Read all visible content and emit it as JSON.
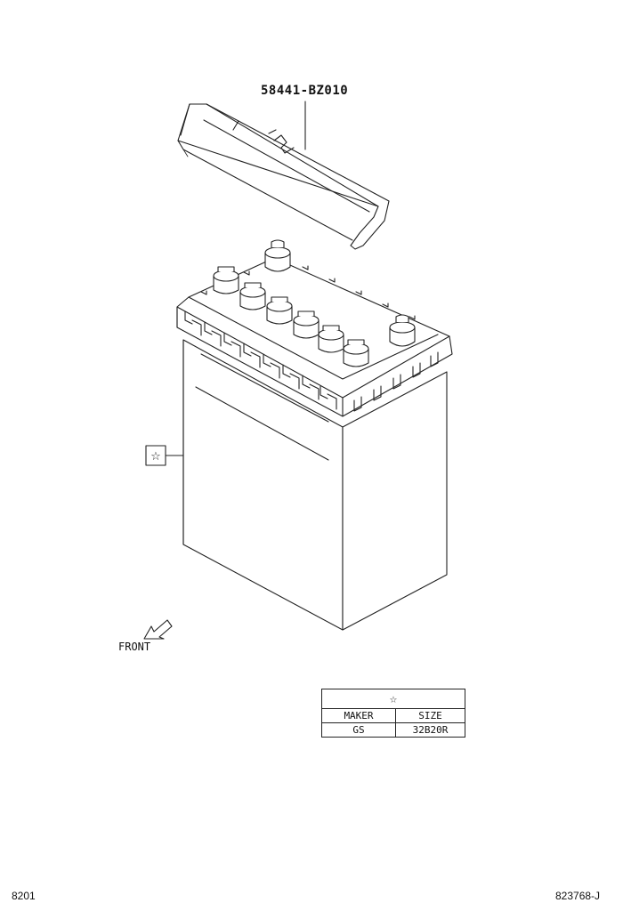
{
  "part": {
    "number": "58441-BZ010"
  },
  "markers": {
    "star_symbol": "☆"
  },
  "direction": {
    "front_label": "FRONT"
  },
  "legend": {
    "header": "☆",
    "columns": [
      "MAKER",
      "SIZE"
    ],
    "rows": [
      [
        "GS",
        "32B20R"
      ]
    ]
  },
  "footer": {
    "left_code": "8201",
    "right_code": "823768-J"
  },
  "icons": [
    "star-icon",
    "front-arrow-icon"
  ]
}
